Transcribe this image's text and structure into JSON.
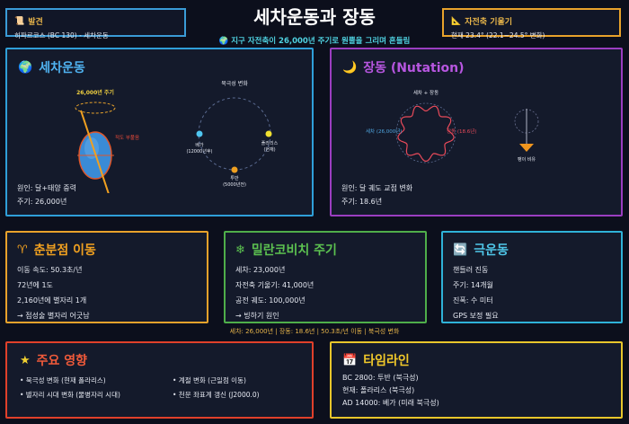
{
  "title": "세차운동과 장동",
  "subtitle": "지구 자전축이 26,000년 주기로 원뿔을 그리며 흔들림",
  "discovery": {
    "icon": "scroll-icon",
    "title": "발견",
    "text": "히파르코스 (BC 130) - 세차운동"
  },
  "tilt": {
    "icon": "angle-icon",
    "title": "자전축 기울기",
    "text": "현재 23.4° (22.1~24.5° 변화)"
  },
  "precession": {
    "icon": "globe-icon",
    "title": "세차운동",
    "period_label": "26,000년 주기",
    "equator_label": "적도 부풀음",
    "orbit_title": "북극성 변화",
    "stars": [
      {
        "name": "베가",
        "sub": "(12000년후)"
      },
      {
        "name": "폴라리스",
        "sub": "(현재)"
      },
      {
        "name": "투반",
        "sub": "(5000년전)"
      }
    ],
    "cause": "원인: 달+태양 중력",
    "period": "주기: 26,000년"
  },
  "nutation": {
    "icon": "moon-icon",
    "title": "장동 (Nutation)",
    "diagram_title": "세차 + 장동",
    "left_label": "세차 (26,000년)",
    "right_label": "장동 (18.6년)",
    "pendulum_label": "팽이 비유",
    "cause": "원인: 달 궤도 교점 변화",
    "period": "주기: 18.6년"
  },
  "equinox": {
    "icon": "aries-icon",
    "title": "춘분점 이동",
    "lines": [
      "이동 속도: 50.3초/년",
      "72년에 1도",
      "2,160년에 별자리 1개",
      "→ 점성술 별자리 어긋남"
    ]
  },
  "milankovitch": {
    "icon": "snowflake-icon",
    "title": "밀란코비치 주기",
    "lines": [
      "세차: 23,000년",
      "자전축 기울기: 41,000년",
      "공전 궤도: 100,000년",
      "→ 빙하기 원인"
    ]
  },
  "polar": {
    "icon": "cycle-icon",
    "title": "극운동",
    "lines": [
      "챈들러 진동",
      "주기: 14개월",
      "진폭: 수 미터",
      "GPS 보정 필요"
    ]
  },
  "stats": "세차: 26,000년 | 장동: 18.6년 | 50.3초/년 이동 | 북극성 변화",
  "effects": {
    "icon": "star-icon",
    "title": "주요 영향",
    "items": [
      "• 북극성 변화 (현재 폴라리스)",
      "• 별자리 시대 변화 (물병자리 시대)",
      "• 계절 변화 (근일점 이동)",
      "• 천문 좌표계 갱신 (J2000.0)"
    ]
  },
  "timeline": {
    "icon": "calendar-icon",
    "title": "타임라인",
    "lines": [
      "BC 2800: 투반 (북극성)",
      "현재: 폴라리스 (북극성)",
      "AD 14000: 베가 (미래 북극성)"
    ]
  }
}
